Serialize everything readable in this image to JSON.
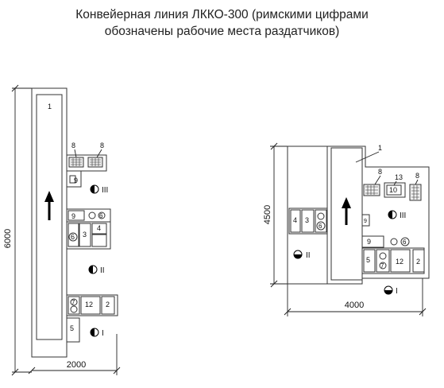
{
  "title": {
    "line1": "Конвейерная линия ЛККО-300 (римскими цифрами",
    "line2": "обозначены рабочие места раздатчиков)"
  },
  "left_plan": {
    "dim_vertical": "6000",
    "dim_horizontal": "2000",
    "conveyor_label": "1",
    "labels": {
      "top_8a": "8",
      "top_8b": "8",
      "r9_top": "9",
      "r9_mid": "9",
      "r6": "6",
      "r3": "3",
      "r4": "4",
      "r6_small": "6",
      "r7": "7",
      "r12": "12",
      "r2": "2",
      "r5": "5"
    },
    "stations": {
      "s3": "III",
      "s2": "II",
      "s1": "I"
    }
  },
  "right_plan": {
    "dim_vertical": "4500",
    "dim_horizontal": "4000",
    "conveyor_label": "1",
    "labels": {
      "r8a": "8",
      "r13": "13",
      "r8b": "8",
      "r10": "10",
      "r4": "4",
      "r3": "3",
      "r6": "6",
      "r9_small": "9",
      "r9": "9",
      "r6b": "6",
      "r5": "5",
      "r7": "7",
      "r12": "12",
      "r2": "2"
    },
    "stations": {
      "s3": "III",
      "s2": "II",
      "s1": "I"
    }
  }
}
